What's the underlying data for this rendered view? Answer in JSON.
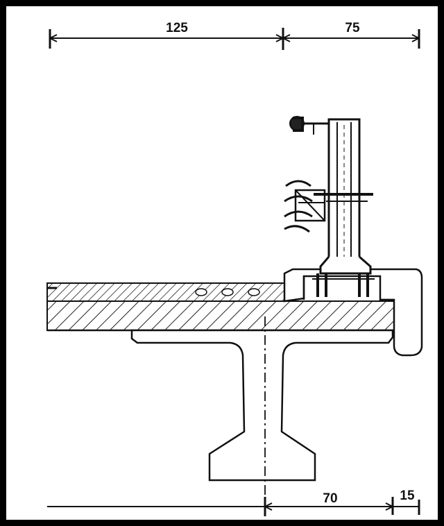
{
  "dimensions": {
    "top_left": "125",
    "top_right": "75",
    "bottom_mid": "70",
    "bottom_right": "15"
  },
  "colors": {
    "ink": "#111111",
    "hatch": "#222222",
    "background": "#ffffff"
  }
}
